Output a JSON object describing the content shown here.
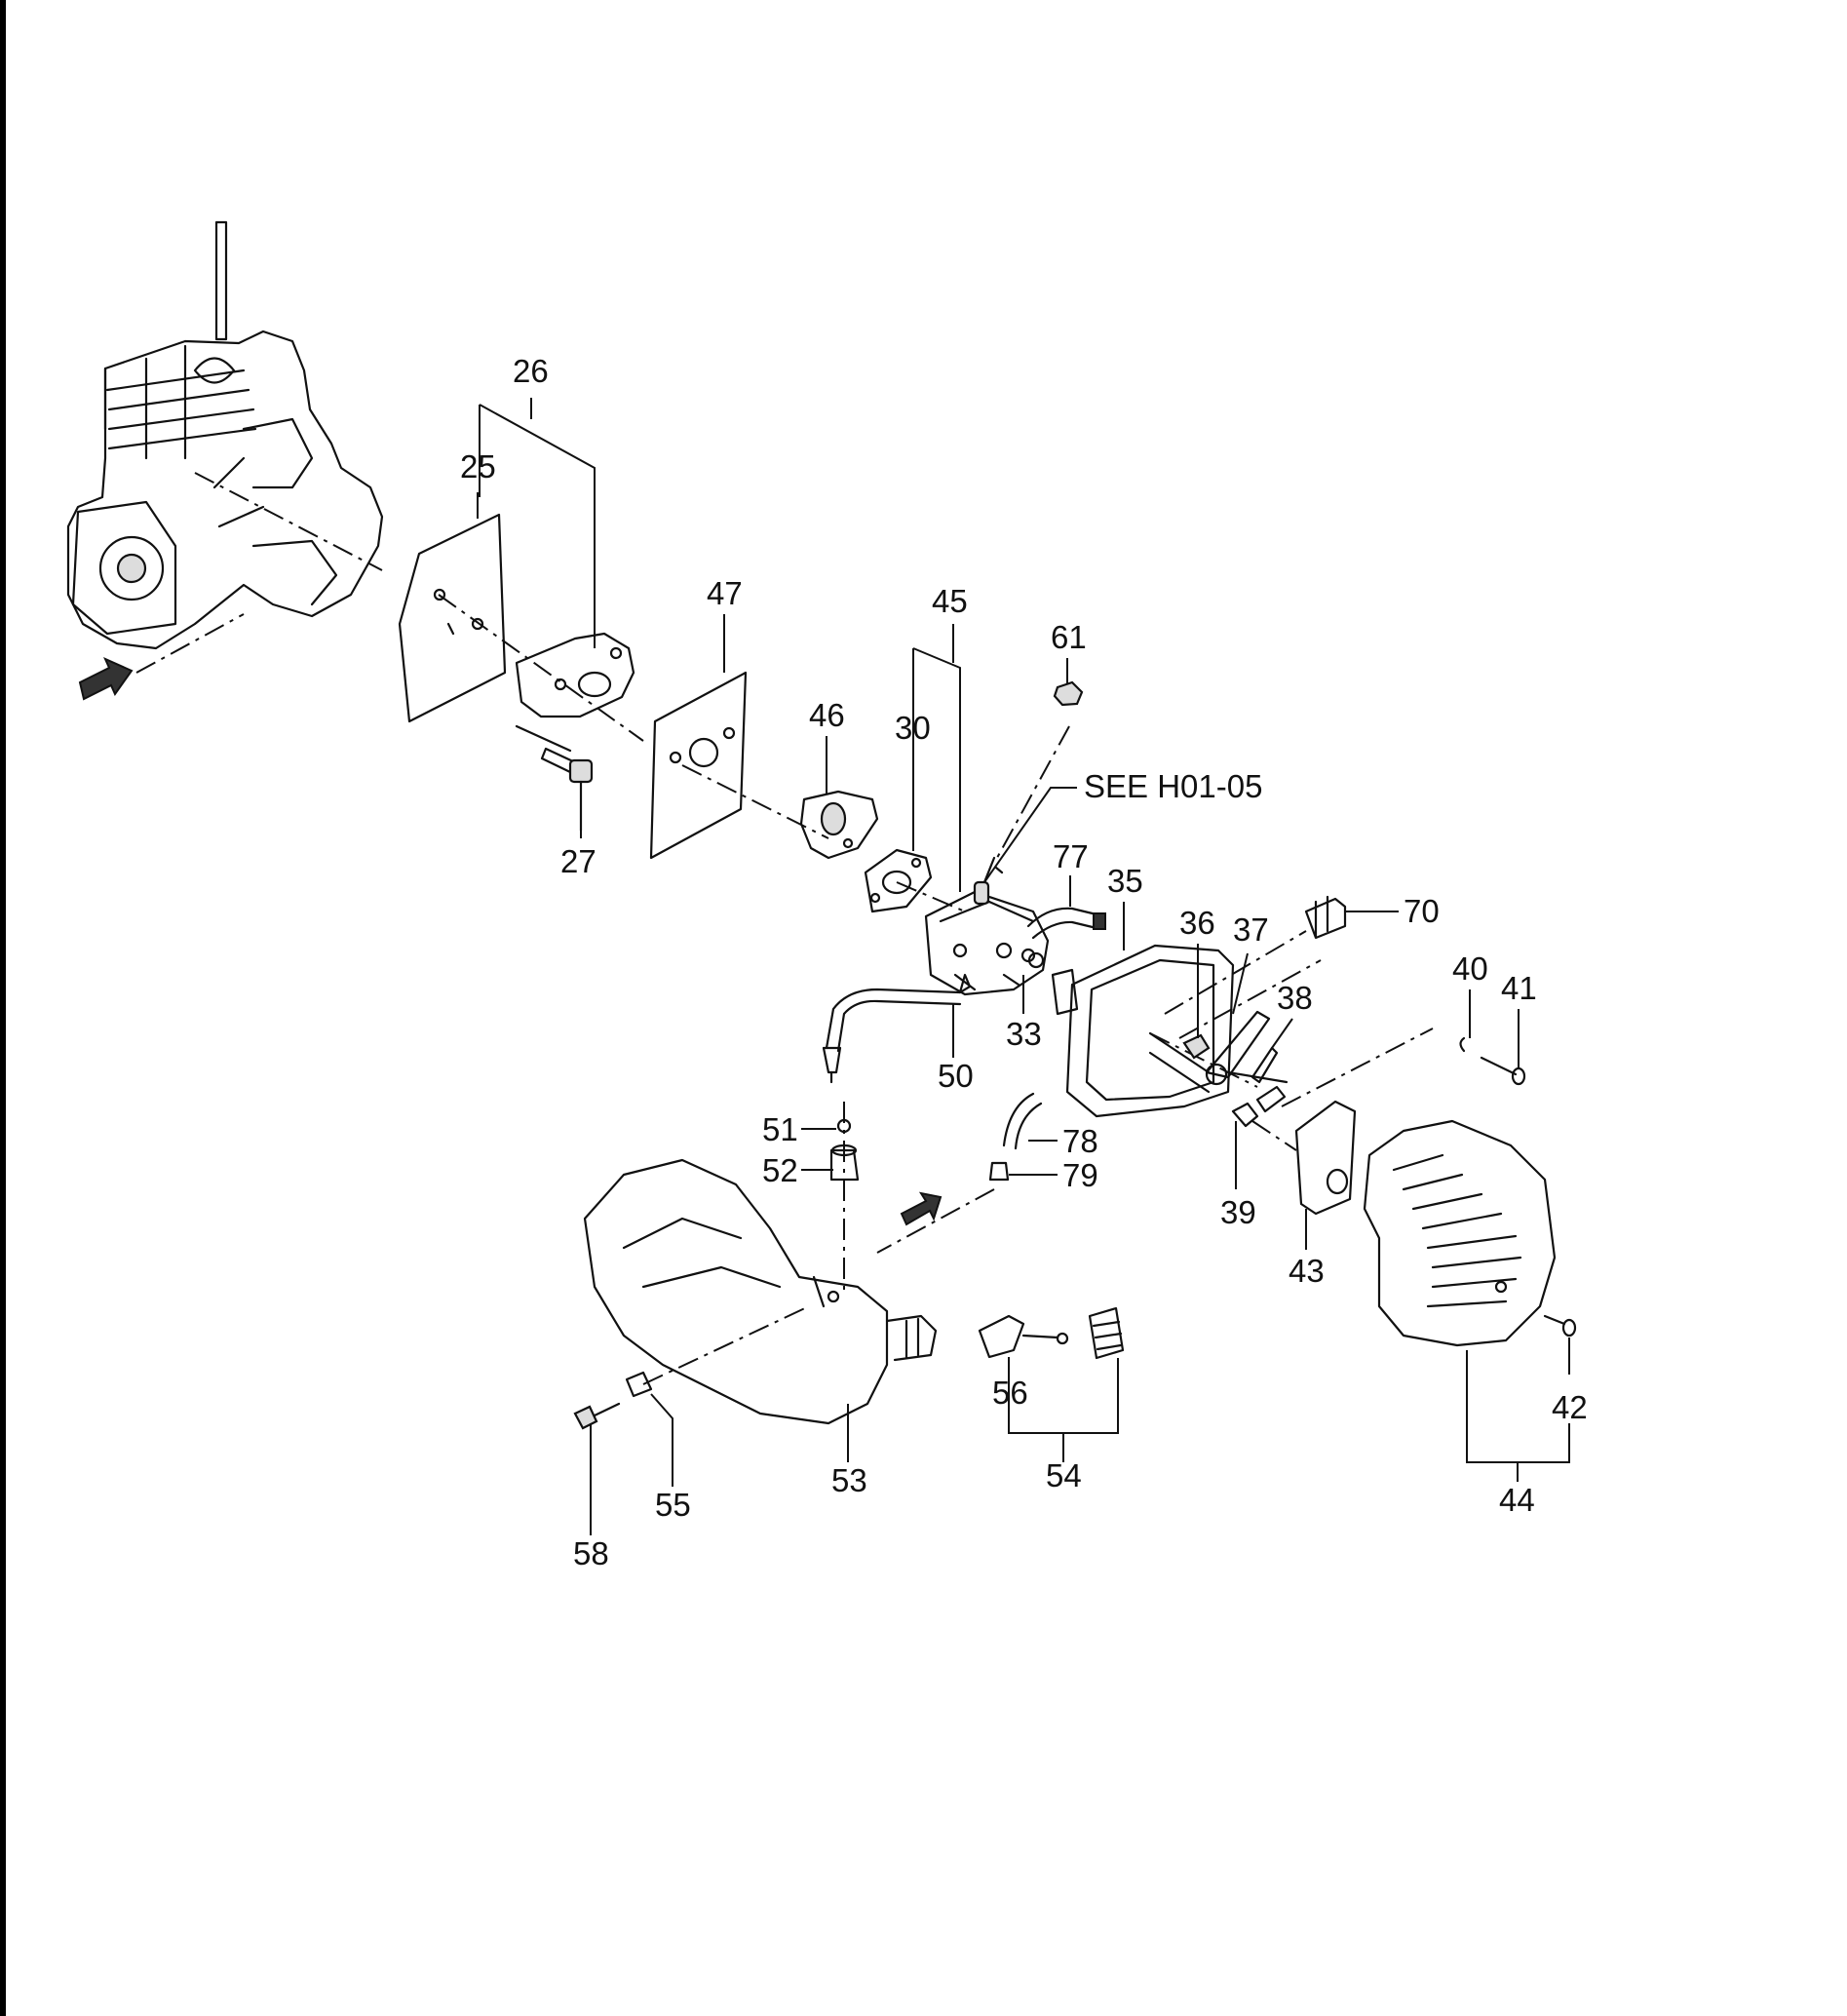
{
  "diagram": {
    "reference_note": "SEE H01-05",
    "part_labels": {
      "p25": "25",
      "p26": "26",
      "p27": "27",
      "p30": "30",
      "p33": "33",
      "p35": "35",
      "p36": "36",
      "p37": "37",
      "p38": "38",
      "p39": "39",
      "p40": "40",
      "p41": "41",
      "p42": "42",
      "p43": "43",
      "p44": "44",
      "p45": "45",
      "p46": "46",
      "p47": "47",
      "p50": "50",
      "p51": "51",
      "p52": "52",
      "p53": "53",
      "p54": "54",
      "p55": "55",
      "p56": "56",
      "p58": "58",
      "p61": "61",
      "p70": "70",
      "p77": "77",
      "p78": "78",
      "p79": "79"
    }
  }
}
